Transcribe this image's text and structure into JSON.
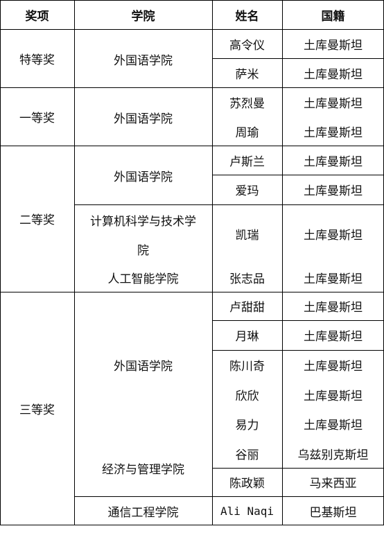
{
  "header": {
    "award": "奖项",
    "college": "学院",
    "name": "姓名",
    "nationality": "国籍"
  },
  "awards": {
    "special": "特等奖",
    "first": "一等奖",
    "second": "二等奖",
    "third": "三等奖"
  },
  "colleges": {
    "foreign_languages": "外国语学院",
    "cs_line1": "计算机科学与技术学",
    "cs_line2": "院",
    "ai": "人工智能学院",
    "economics": "经济与管理学院",
    "telecom": "通信工程学院"
  },
  "rows": [
    {
      "name": "高令仪",
      "nationality": "土库曼斯坦"
    },
    {
      "name": "萨米",
      "nationality": "土库曼斯坦"
    },
    {
      "name": "苏烈曼",
      "nationality": "土库曼斯坦"
    },
    {
      "name": "周瑜",
      "nationality": "土库曼斯坦"
    },
    {
      "name": "卢斯兰",
      "nationality": "土库曼斯坦"
    },
    {
      "name": "爱玛",
      "nationality": "土库曼斯坦"
    },
    {
      "name": "凯瑞",
      "nationality": "土库曼斯坦"
    },
    {
      "name": "张志品",
      "nationality": "土库曼斯坦"
    },
    {
      "name": "卢甜甜",
      "nationality": "土库曼斯坦"
    },
    {
      "name": "月琳",
      "nationality": "土库曼斯坦"
    },
    {
      "name": "陈川奇",
      "nationality": "土库曼斯坦"
    },
    {
      "name": "欣欣",
      "nationality": "土库曼斯坦"
    },
    {
      "name": "易力",
      "nationality": "土库曼斯坦"
    },
    {
      "name": "谷丽",
      "nationality": "乌兹别克斯坦"
    },
    {
      "name": "陈政颖",
      "nationality": "马来西亚"
    },
    {
      "name": "Ali Naqi",
      "nationality": "巴基斯坦"
    }
  ]
}
